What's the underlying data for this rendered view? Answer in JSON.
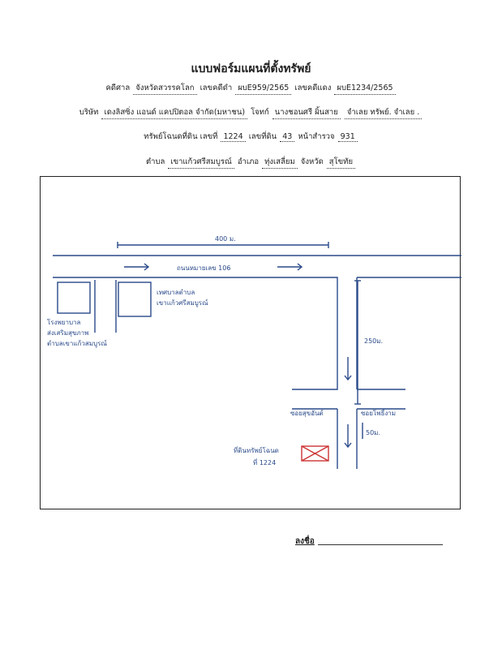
{
  "form": {
    "title": "แบบฟอร์มแผนที่ตั้งทรัพย์",
    "court_label": "คดีศาล",
    "court_value": "จังหวัดสวรรคโลก",
    "black_case_label": "เลขคดีดำ",
    "black_case_value": "ผบE959/2565",
    "red_case_label": "เลขคดีแดง",
    "red_case_value": "ผบE1234/2565",
    "company_label": "บริษัท",
    "company_value": "เดงลิสซิ่ง แอนด์ แคปปิตอล จำกัด(มหาชน)",
    "plaintiff_label": "โจทก์",
    "defendant_value": "นางชอนศรี ผิ้นสาย",
    "defendant_tail": "จำเลย ทรัพย์. จำเลย .",
    "deed_label": "ทรัพย์โฉนดที่ดิน เลขที่",
    "deed_value": "1224",
    "land_no_label": "เลขที่ดิน",
    "land_no_value": "43",
    "survey_label": "หน้าสำรวจ",
    "survey_value": "931",
    "subdistrict_label": "ตำบล",
    "subdistrict_value": "เขาแก้วศรีสมบูรณ์",
    "district_label": "อำเภอ",
    "district_value": "ทุ่งเสลี่ยม",
    "province_label": "จังหวัด",
    "province_value": "สุโขทัย",
    "signature_label": "ลงชื่อ"
  },
  "map": {
    "distance_top": "400 ม.",
    "road_name": "ถนนหมายเลข 106",
    "school_label_1": "โรงพยาบาล",
    "school_label_2": "ส่งเสริมสุขภาพ",
    "school_label_3": "ตำบลเขาแก้วสมบูรณ์",
    "office_label_1": "เทศบาลตำบล",
    "office_label_2": "เขาแก้วศรีสมบูรณ์",
    "distance_side": "250ม.",
    "soi_left": "ซอยสุขอันต์",
    "soi_right": "ซอยโพธิ์งาม",
    "distance_short": "50ม.",
    "parcel_label_1": "ที่ดินทรัพย์โฉนด",
    "parcel_label_2": "ที่ 1224",
    "ink_color": "#2a4a8a",
    "parcel_color": "#cc3333"
  }
}
